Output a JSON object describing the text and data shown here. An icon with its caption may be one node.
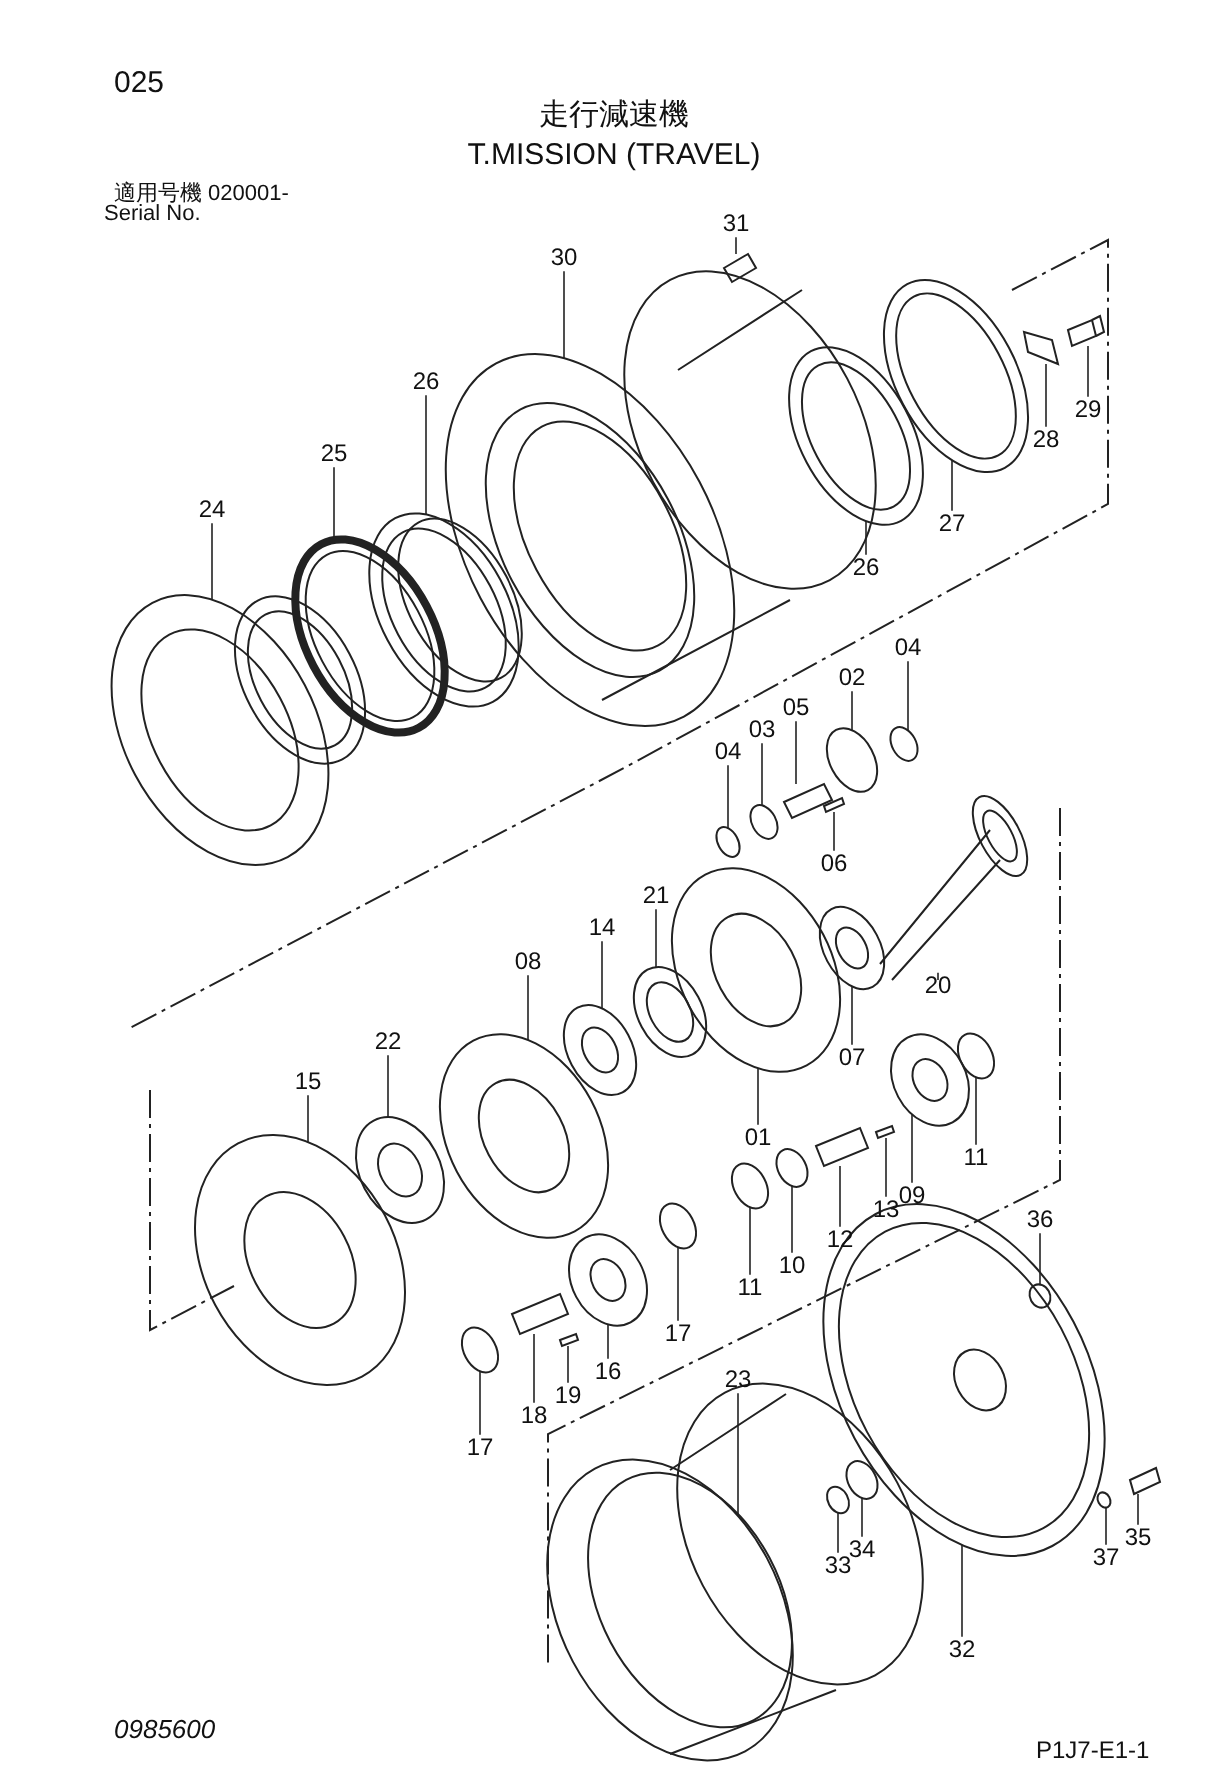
{
  "diagram": {
    "title": "走行減速機",
    "nodes": [
      {
        "text": [
          "31"
        ]
      },
      {
        "text": [
          "30"
        ]
      },
      {
        "text": [
          "26"
        ]
      },
      {
        "text": [
          "29"
        ]
      },
      {
        "text": [
          "28"
        ]
      },
      {
        "text": [
          "25"
        ]
      },
      {
        "text": [
          "24"
        ]
      },
      {
        "text": [
          "27"
        ]
      },
      {
        "text": [
          "26"
        ]
      },
      {
        "text": [
          "04"
        ]
      },
      {
        "text": [
          "02"
        ]
      },
      {
        "text": [
          "05"
        ]
      },
      {
        "text": [
          "03"
        ]
      },
      {
        "text": [
          "04"
        ]
      },
      {
        "text": [
          "06"
        ]
      },
      {
        "text": [
          "21"
        ]
      },
      {
        "text": [
          "14"
        ]
      },
      {
        "text": [
          "08"
        ]
      },
      {
        "text": [
          "20"
        ]
      },
      {
        "text": [
          "22"
        ]
      },
      {
        "text": [
          "07"
        ]
      },
      {
        "text": [
          "15"
        ]
      },
      {
        "text": [
          "01"
        ]
      },
      {
        "text": [
          "11"
        ]
      },
      {
        "text": [
          "09"
        ]
      },
      {
        "text": [
          "13"
        ]
      },
      {
        "text": [
          "36"
        ]
      },
      {
        "text": [
          "12"
        ]
      },
      {
        "text": [
          "10"
        ]
      },
      {
        "text": [
          "11"
        ]
      },
      {
        "text": [
          "17"
        ]
      },
      {
        "text": [
          "23"
        ]
      },
      {
        "text": [
          "16"
        ]
      },
      {
        "text": [
          "19"
        ]
      },
      {
        "text": [
          "18"
        ]
      },
      {
        "text": [
          "17"
        ]
      },
      {
        "text": [
          "35"
        ]
      },
      {
        "text": [
          "34"
        ]
      },
      {
        "text": [
          "37"
        ]
      },
      {
        "text": [
          "33"
        ]
      },
      {
        "text": [
          "32"
        ]
      },
      {
        "text": [],
        "shape": "picture"
      },
      {
        "text": [],
        "shape": "picture"
      },
      {
        "text": [],
        "shape": "picture"
      },
      {
        "text": [],
        "shape": "picture"
      },
      {
        "text": [],
        "shape": "picture"
      },
      {
        "text": [],
        "shape": "picture"
      },
      {
        "text": [],
        "shape": "picture"
      },
      {
        "text": [],
        "shape": "picture"
      },
      {
        "text": [],
        "shape": "picture"
      },
      {
        "text": [],
        "shape": "circle"
      },
      {
        "text": [],
        "shape": "circle"
      },
      {
        "text": [],
        "shape": "picture"
      },
      {
        "text": [],
        "shape": "circle"
      },
      {
        "text": [],
        "shape": "circle"
      },
      {
        "text": [],
        "shape": "picture"
      },
      {
        "text": [],
        "shape": "picture"
      },
      {
        "text": [],
        "shape": "picture"
      },
      {
        "text": [],
        "shape": "picture"
      },
      {
        "text": [],
        "shape": "picture"
      },
      {
        "text": [],
        "shape": "picture"
      },
      {
        "text": [],
        "shape": "picture"
      },
      {
        "text": [],
        "shape": "picture"
      },
      {
        "text": [],
        "shape": "picture"
      },
      {
        "text": [],
        "shape": "circle"
      },
      {
        "text": [],
        "shape": "picture"
      },
      {
        "text": [],
        "shape": "picture"
      },
      {
        "text": [],
        "shape": "circle",
        "in": 81
      },
      {
        "text": [],
        "shape": "picture"
      },
      {
        "text": [],
        "shape": "circle"
      },
      {
        "text": [],
        "shape": "circle"
      },
      {
        "text": [],
        "shape": "circle"
      },
      {
        "text": [],
        "shape": "picture"
      },
      {
        "text": [],
        "shape": "picture"
      },
      {
        "text": [],
        "shape": "picture"
      },
      {
        "text": [],
        "shape": "picture"
      },
      {
        "text": [],
        "shape": "circle"
      },
      {
        "text": [],
        "shape": "picture"
      },
      {
        "text": [],
        "shape": "circle"
      },
      {
        "text": [],
        "shape": "circle"
      },
      {
        "text": [],
        "shape": "circle"
      },
      {
        "text": [],
        "shape": "picture"
      }
    ],
    "edges": [
      {
        "from": 0,
        "to": 41,
        "arrow": "none"
      },
      {
        "from": 1,
        "to": 42,
        "arrow": "none"
      },
      {
        "from": 2,
        "to": 43,
        "arrow": "none"
      },
      {
        "from": 3,
        "to": 44,
        "arrow": "none"
      },
      {
        "from": 4,
        "to": 45,
        "arrow": "none"
      },
      {
        "from": 5,
        "to": 46,
        "arrow": "none"
      },
      {
        "from": 6,
        "to": 47,
        "arrow": "none"
      },
      {
        "from": 7,
        "to": 48,
        "arrow": "none"
      },
      {
        "from": 8,
        "to": 49,
        "arrow": "none"
      },
      {
        "from": 9,
        "to": 50,
        "arrow": "none"
      },
      {
        "from": 10,
        "to": 51,
        "arrow": "none"
      },
      {
        "from": 11,
        "to": 52,
        "arrow": "none"
      },
      {
        "from": 12,
        "to": 53,
        "arrow": "none"
      },
      {
        "from": 13,
        "to": 54,
        "arrow": "none"
      },
      {
        "from": 14,
        "to": 55,
        "arrow": "none"
      },
      {
        "from": 15,
        "to": 56,
        "arrow": "none"
      },
      {
        "from": 16,
        "to": 57,
        "arrow": "none"
      },
      {
        "from": 17,
        "to": 58,
        "arrow": "none"
      },
      {
        "from": 18,
        "to": 59,
        "arrow": "none"
      },
      {
        "from": 19,
        "to": 60,
        "arrow": "none"
      },
      {
        "from": 20,
        "to": 61,
        "arrow": "none"
      },
      {
        "from": 21,
        "to": 62,
        "arrow": "none"
      },
      {
        "from": 22,
        "to": 63,
        "arrow": "none"
      },
      {
        "from": 23,
        "to": 64,
        "arrow": "none"
      },
      {
        "from": 24,
        "to": 65,
        "arrow": "none"
      },
      {
        "from": 25,
        "to": 66,
        "arrow": "none"
      },
      {
        "from": 26,
        "to": 67,
        "arrow": "none"
      },
      {
        "from": 27,
        "to": 68,
        "arrow": "none"
      },
      {
        "from": 28,
        "to": 69,
        "arrow": "none"
      },
      {
        "from": 29,
        "to": 70,
        "arrow": "none"
      },
      {
        "from": 30,
        "to": 71,
        "arrow": "none"
      },
      {
        "from": 31,
        "to": 72,
        "arrow": "none"
      },
      {
        "from": 32,
        "to": 73,
        "arrow": "none"
      },
      {
        "from": 33,
        "to": 74,
        "arrow": "none"
      },
      {
        "from": 34,
        "to": 75,
        "arrow": "none"
      },
      {
        "from": 35,
        "to": 76,
        "arrow": "none"
      },
      {
        "from": 36,
        "to": 77,
        "arrow": "none"
      },
      {
        "from": 37,
        "to": 78,
        "arrow": "none"
      },
      {
        "from": 38,
        "to": 79,
        "arrow": "none"
      },
      {
        "from": 39,
        "to": 80,
        "arrow": "none"
      },
      {
        "from": 40,
        "to": 81,
        "arrow": "none"
      }
    ],
    "labels": [
      "025",
      "T.MISSION (TRAVEL)",
      "適用号機",
      "020001-",
      "Serial No.",
      "0985600",
      "P1J7-E1-1"
    ]
  }
}
